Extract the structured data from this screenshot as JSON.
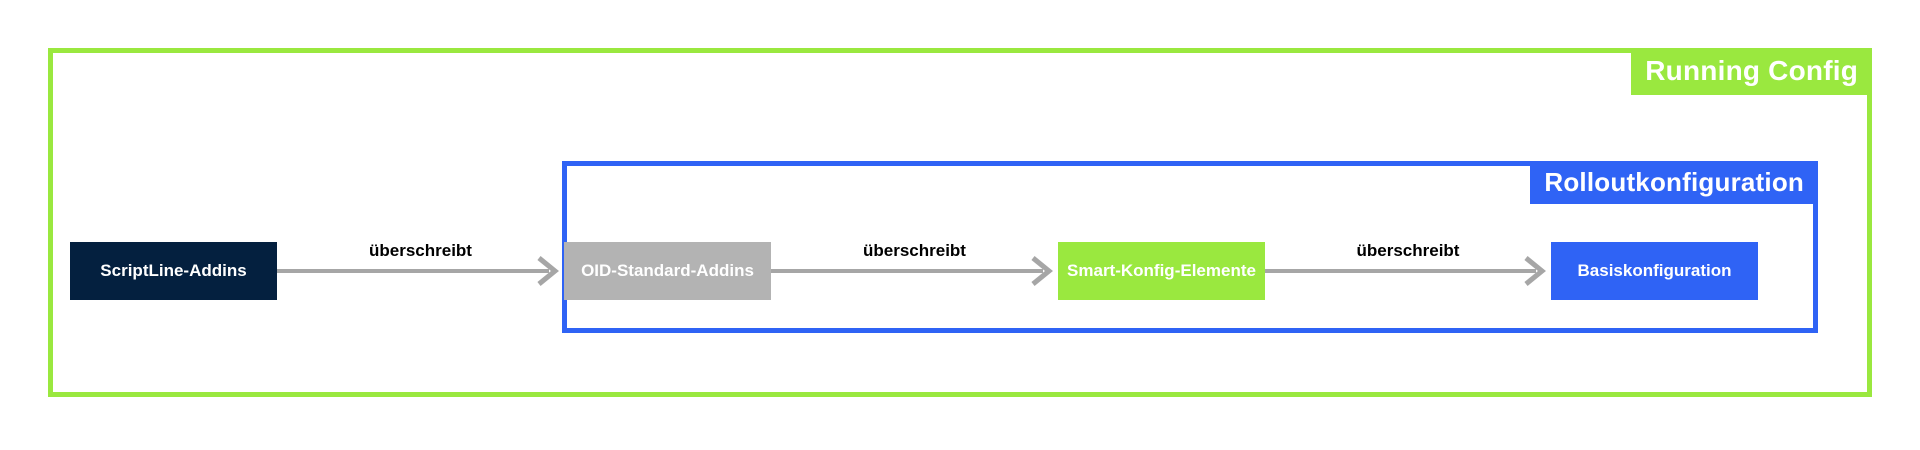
{
  "diagram": {
    "groups": [
      {
        "id": "running-config",
        "label": "Running Config",
        "color": "#9ae83f"
      },
      {
        "id": "rolloutkonfiguration",
        "label": "Rolloutkonfiguration",
        "color": "#2f63f5"
      }
    ],
    "nodes": [
      {
        "id": "scriptline-addins",
        "label": "ScriptLine-Addins",
        "fill": "#04203f",
        "text_color": "#ffffff"
      },
      {
        "id": "oid-standard-addins",
        "label": "OID-Standard-Addins",
        "fill": "#b3b3b3",
        "text_color": "#ffffff"
      },
      {
        "id": "smart-konfig-elemente",
        "label": "Smart-Konfig-Elemente",
        "fill": "#9ae83f",
        "text_color": "#ffffff"
      },
      {
        "id": "basiskonfiguration",
        "label": "Basiskonfiguration",
        "fill": "#2f63f5",
        "text_color": "#ffffff"
      }
    ],
    "edges": [
      {
        "id": "edge-0",
        "label": "überschreibt",
        "from": "scriptline-addins",
        "to": "oid-standard-addins",
        "color": "#a6a6a6"
      },
      {
        "id": "edge-1",
        "label": "überschreibt",
        "from": "oid-standard-addins",
        "to": "smart-konfig-elemente",
        "color": "#a6a6a6"
      },
      {
        "id": "edge-2",
        "label": "überschreibt",
        "from": "smart-konfig-elemente",
        "to": "basiskonfiguration",
        "color": "#a6a6a6"
      }
    ],
    "background": "#ffffff"
  }
}
